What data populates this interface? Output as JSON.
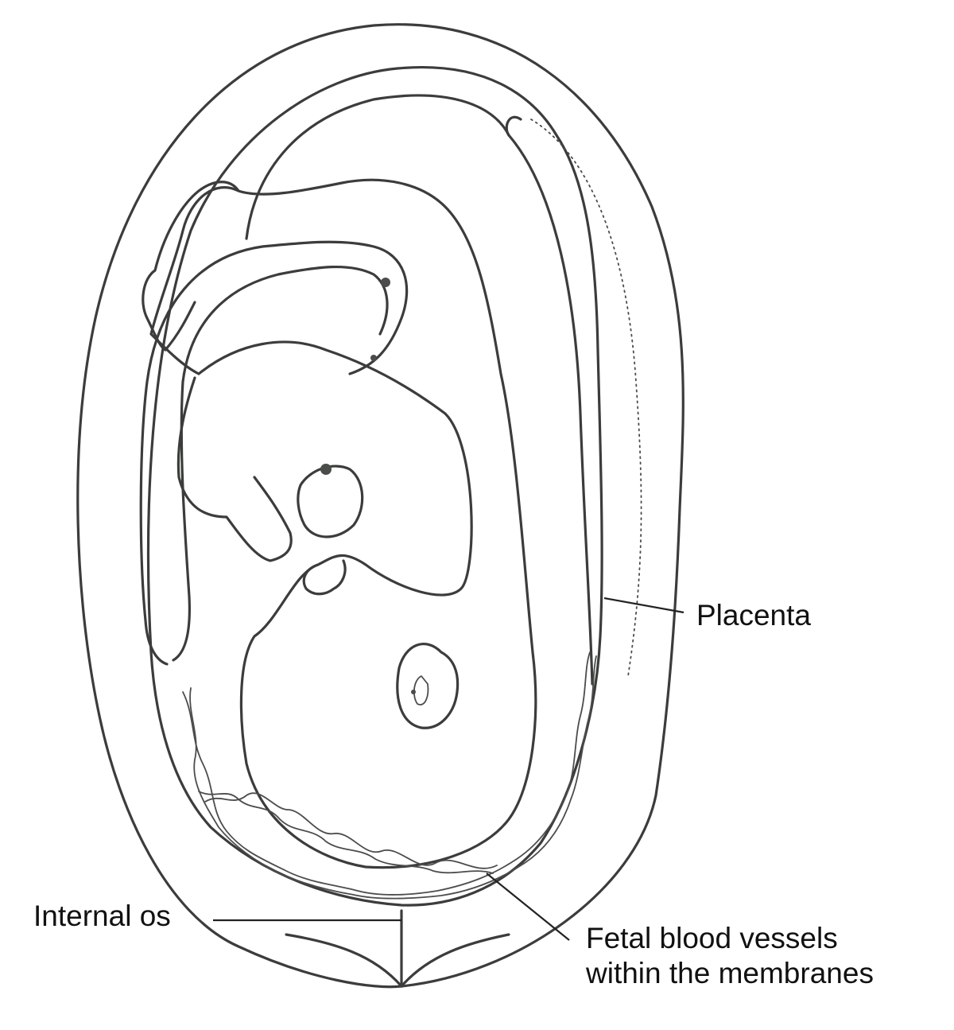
{
  "labels": {
    "placenta": "Placenta",
    "internal_os": "Internal os",
    "vessels_line1": "Fetal blood vessels",
    "vessels_line2": "within the membranes"
  }
}
